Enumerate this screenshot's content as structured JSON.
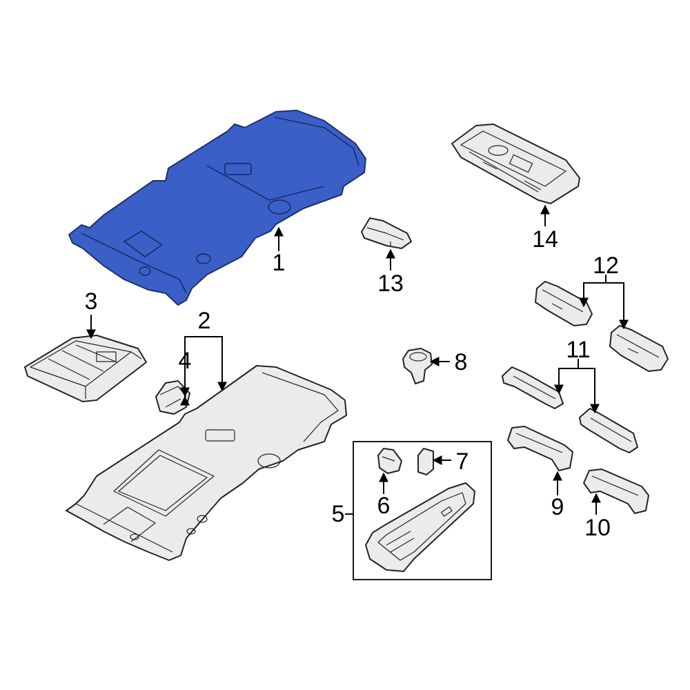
{
  "diagram": {
    "highlight_color": "#3a5fc7",
    "callouts": {
      "c1": "1",
      "c2": "2",
      "c3": "3",
      "c4": "4",
      "c5": "5",
      "c6": "6",
      "c7": "7",
      "c8": "8",
      "c9": "9",
      "c10": "10",
      "c11": "11",
      "c12": "12",
      "c13": "13",
      "c14": "14"
    }
  }
}
